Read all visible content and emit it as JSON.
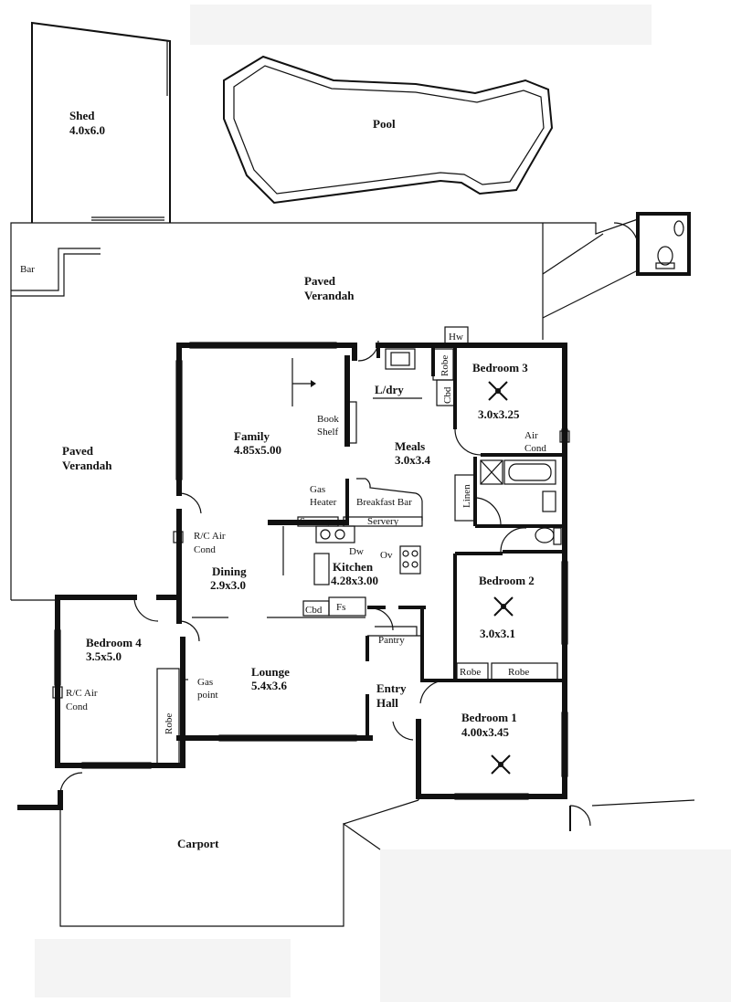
{
  "rooms": {
    "shed": {
      "name": "Shed",
      "size": "4.0x6.0"
    },
    "pool": {
      "name": "Pool"
    },
    "bar": {
      "name": "Bar"
    },
    "verandah_top": {
      "line1": "Paved",
      "line2": "Verandah"
    },
    "verandah_left": {
      "line1": "Paved",
      "line2": "Verandah"
    },
    "family": {
      "name": "Family",
      "size": "4.85x5.00"
    },
    "bookshelf": {
      "line1": "Book",
      "line2": "Shelf"
    },
    "laundry": {
      "name": "L/dry"
    },
    "meals": {
      "name": "Meals",
      "size": "3.0x3.4"
    },
    "bedroom3": {
      "name": "Bedroom 3",
      "size": "3.0x3.25"
    },
    "bedroom2": {
      "name": "Bedroom 2",
      "size": "3.0x3.1"
    },
    "bedroom1": {
      "name": "Bedroom 1",
      "size": "4.00x3.45"
    },
    "bedroom4": {
      "name": "Bedroom 4",
      "size": "3.5x5.0"
    },
    "dining": {
      "name": "Dining",
      "size": "2.9x3.0"
    },
    "kitchen": {
      "name": "Kitchen",
      "size": "4.28x3.00"
    },
    "lounge": {
      "name": "Lounge",
      "size": "5.4x3.6"
    },
    "entry": {
      "line1": "Entry",
      "line2": "Hall"
    },
    "carport": {
      "name": "Carport"
    }
  },
  "fixtures": {
    "hw": "Hw",
    "robe": "Robe",
    "cbd": "Cbd",
    "linen": "Linen",
    "air_cond_1": "Air",
    "air_cond_2": "Cond",
    "gas_heater_1": "Gas",
    "gas_heater_2": "Heater",
    "breakfast_bar": "Breakfast Bar",
    "servery": "Servery",
    "dw": "Dw",
    "ov": "Ov",
    "fs": "Fs",
    "pantry": "Pantry",
    "rc_air_1": "R/C Air",
    "rc_air_2": "Cond",
    "gas_point_1": "Gas",
    "gas_point_2": "point"
  }
}
